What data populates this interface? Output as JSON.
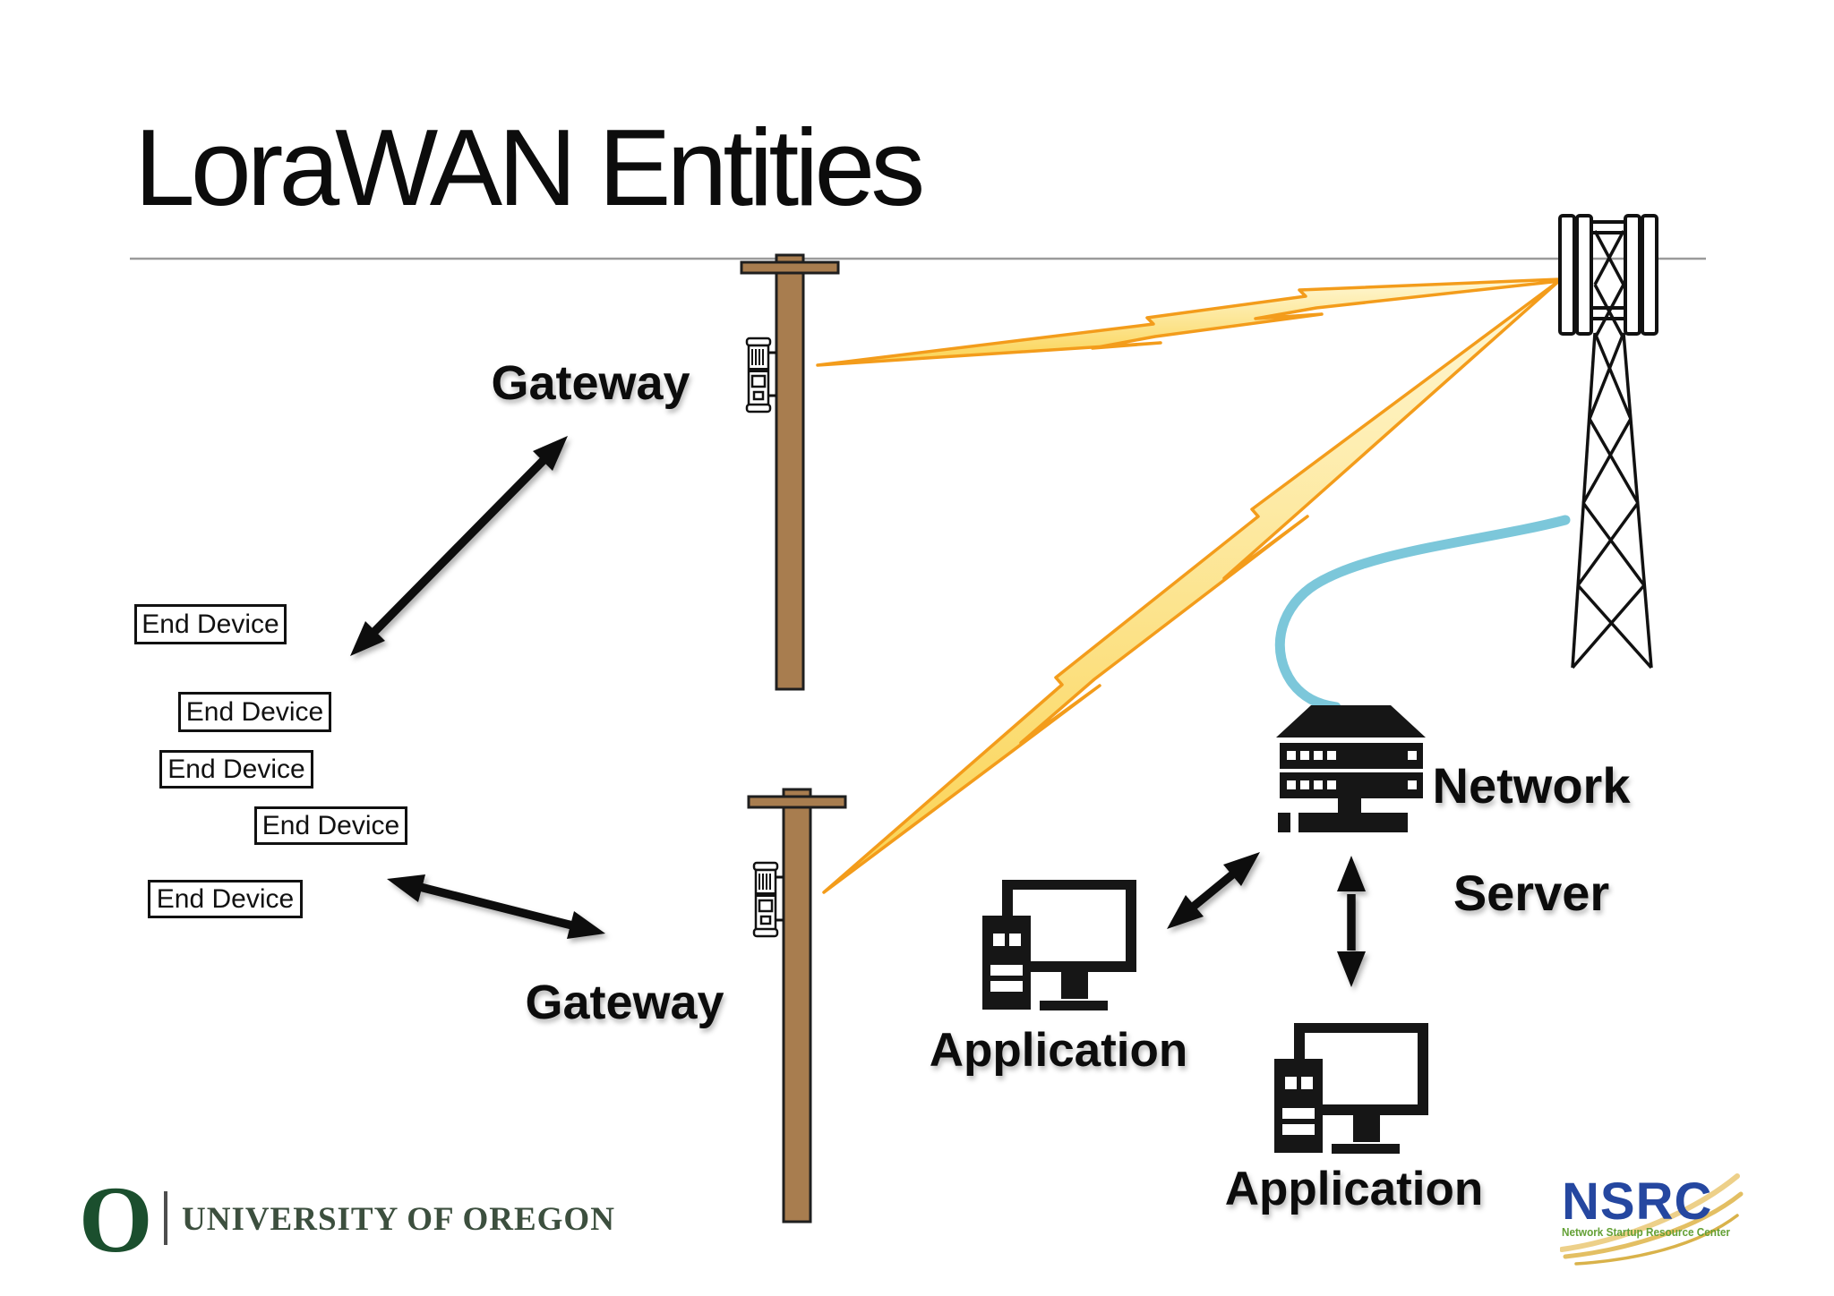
{
  "title": "LoraWAN Entities",
  "nodes": {
    "gateway_top_label": "Gateway",
    "gateway_bottom_label": "Gateway",
    "network_server_line1": "Network",
    "network_server_line2": "Server",
    "application_left_label": "Application",
    "application_right_label": "Application"
  },
  "end_devices": [
    "End Device",
    "End Device",
    "End Device",
    "End Device",
    "End Device"
  ],
  "footer": {
    "uo_mark": "O",
    "uo_wordmark": "UNIVERSITY OF OREGON",
    "nsrc_acronym": "NSRC",
    "nsrc_tagline": "Network Startup Resource Center"
  },
  "icons": {
    "utility-pole-icon": "wooden utility pole with crossarm",
    "lora-gateway-device-icon": "cylindrical LoRa gateway mounted on pole",
    "cell-tower-icon": "lattice cell tower with antenna panels",
    "server-building-icon": "network server rack building",
    "workstation-icon": "desktop computer with tower",
    "lightning-bolt-icon": "radio link lightning bolt",
    "fiber-link-curve": "blue backhaul link curve",
    "double-arrow-icon": "bidirectional black arrow"
  },
  "colors": {
    "pole_brown": "#A87D4F",
    "bolt_fill_light": "#FFF8D6",
    "bolt_fill_gold": "#FAD24F",
    "bolt_stroke": "#F39C1B",
    "link_blue": "#7CC7DA",
    "uo_green": "#1B4F2E",
    "nsrc_blue": "#2547A0",
    "nsrc_green": "#63A035",
    "nsrc_gold": "#D9B24A",
    "ink": "#161616",
    "horizon_gray": "#9A9A9A"
  }
}
